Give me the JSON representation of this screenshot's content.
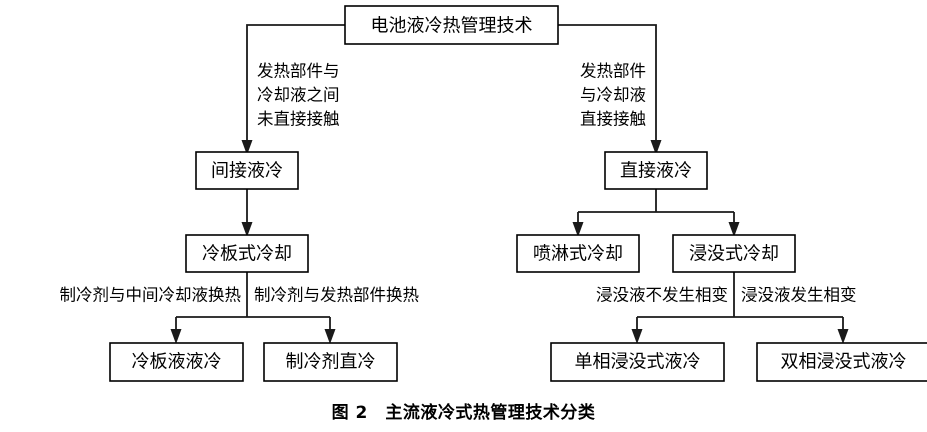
{
  "figure": {
    "caption_number": "图 2",
    "caption_title": "主流液冷式热管理技术分类",
    "caption_full": "图 2　主流液冷式热管理技术分类"
  },
  "colors": {
    "box_stroke": "#000000",
    "box_fill": "#ffffff",
    "connector": "#1a1a1a",
    "text": "#000000",
    "background": "#ffffff"
  },
  "nodes": {
    "root": {
      "label": "电池液冷热管理技术"
    },
    "indirect": {
      "label": "间接液冷"
    },
    "direct": {
      "label": "直接液冷"
    },
    "cold_plate": {
      "label": "冷板式冷却"
    },
    "spray": {
      "label": "喷淋式冷却"
    },
    "immersion": {
      "label": "浸没式冷却"
    },
    "plate_liquid": {
      "label": "冷板液液冷"
    },
    "refrigerant_direct": {
      "label": "制冷剂直冷"
    },
    "single_phase": {
      "label": "单相浸没式液冷"
    },
    "dual_phase": {
      "label": "双相浸没式液冷"
    }
  },
  "edge_labels": {
    "root_to_indirect": {
      "line1": "发热部件与",
      "line2": "冷却液之间",
      "line3": "未直接接触"
    },
    "root_to_direct": {
      "line1": "发热部件",
      "line2": "与冷却液",
      "line3": "直接接触"
    },
    "plate_to_left": "制冷剂与中间冷却液换热",
    "plate_to_right": "制冷剂与发热部件换热",
    "immersion_to_left": "浸没液不发生相变",
    "immersion_to_right": "浸没液发生相变"
  },
  "chart_data": {
    "type": "tree-diagram",
    "title": "主流液冷式热管理技术分类",
    "root": "电池液冷热管理技术",
    "levels": 4,
    "edges": [
      {
        "from": "电池液冷热管理技术",
        "to": "间接液冷",
        "label": "发热部件与冷却液之间未直接接触"
      },
      {
        "from": "电池液冷热管理技术",
        "to": "直接液冷",
        "label": "发热部件与冷却液直接接触"
      },
      {
        "from": "间接液冷",
        "to": "冷板式冷却",
        "label": ""
      },
      {
        "from": "直接液冷",
        "to": "喷淋式冷却",
        "label": ""
      },
      {
        "from": "直接液冷",
        "to": "浸没式冷却",
        "label": ""
      },
      {
        "from": "冷板式冷却",
        "to": "冷板液液冷",
        "label": "制冷剂与中间冷却液换热"
      },
      {
        "from": "冷板式冷却",
        "to": "制冷剂直冷",
        "label": "制冷剂与发热部件换热"
      },
      {
        "from": "浸没式冷却",
        "to": "单相浸没式液冷",
        "label": "浸没液不发生相变"
      },
      {
        "from": "浸没式冷却",
        "to": "双相浸没式液冷",
        "label": "浸没液发生相变"
      }
    ]
  }
}
